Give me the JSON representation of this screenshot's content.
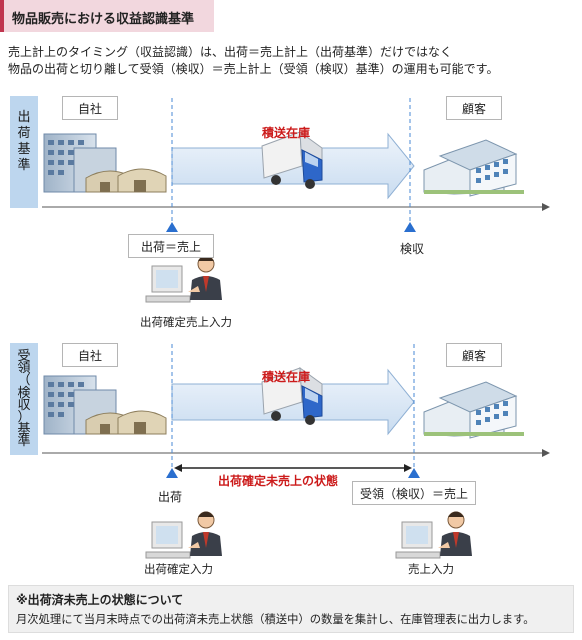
{
  "title": "物品販売における収益認識基準",
  "intro": {
    "line1": "売上計上のタイミング（収益認識）は、出荷＝売上計上（出荷基準）だけではなく",
    "line2": "物品の出荷と切り離して受領（検収）＝売上計上（受領（検収）基準）の運用も可能です。"
  },
  "panel1": {
    "side_label": [
      "出",
      "荷",
      "基",
      "準"
    ],
    "company": "自社",
    "customer": "顧客",
    "in_transit": "積送在庫",
    "ship_tag": "出荷＝売上",
    "inspection": "検収",
    "operator_caption": "出荷確定売上入力"
  },
  "panel2": {
    "side_label": [
      "受",
      "領",
      "（",
      "検",
      "収",
      "）",
      "基",
      "準"
    ],
    "company": "自社",
    "customer": "顧客",
    "in_transit": "積送在庫",
    "span_label": "出荷確定未売上の状態",
    "ship": "出荷",
    "receive_tag": "受領（検収）＝売上",
    "left_caption": "出荷確定入力",
    "right_caption": "売上入力"
  },
  "note": {
    "title": "※出荷済未売上の状態について",
    "body": "月次処理にて当月末時点での出荷済未売上状態（積送中）の数量を集計し、在庫管理表に出力します。"
  },
  "colors": {
    "accent": "#c0354f",
    "side_label_bg": "#bdd6ee",
    "marker": "#2a6fcf",
    "red_text": "#cc1b1b"
  }
}
